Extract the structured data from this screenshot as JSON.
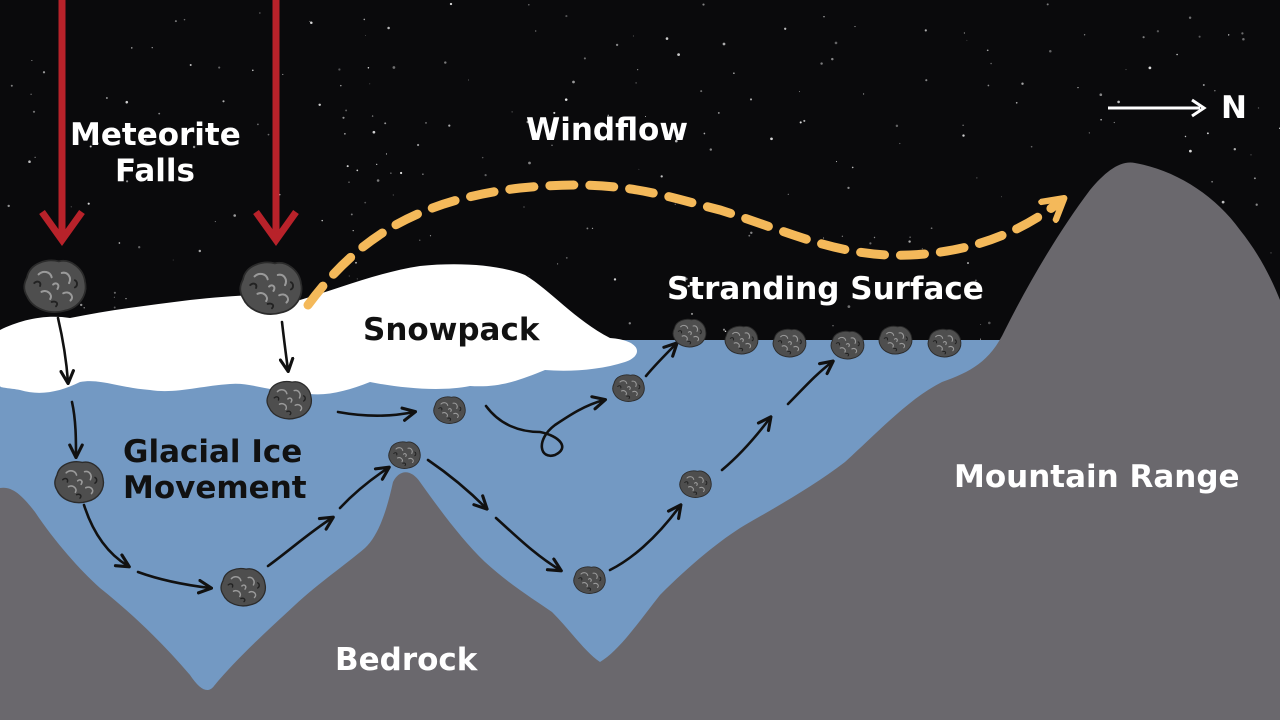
{
  "labels": {
    "meteorite_falls": [
      "Meteorite",
      "Falls"
    ],
    "windflow": "Windflow",
    "north": "N",
    "stranding_surface": "Stranding Surface",
    "snowpack": "Snowpack",
    "glacial_ice_movement": [
      "Glacial Ice",
      "Movement"
    ],
    "mountain_range": "Mountain Range",
    "bedrock": "Bedrock"
  },
  "colors": {
    "sky": "#0a0a0c",
    "ice": "#7399c3",
    "snow": "#ffffff",
    "rock": "#6a686d",
    "fall_arrow": "#b8222a",
    "wind_arrow": "#f4b95a",
    "flow_arrow": "#111111",
    "meteorite": "#4e4e4e"
  },
  "icons": {
    "meteorite": "meteorite-rock-icon",
    "north_arrow": "arrow-right-icon"
  }
}
